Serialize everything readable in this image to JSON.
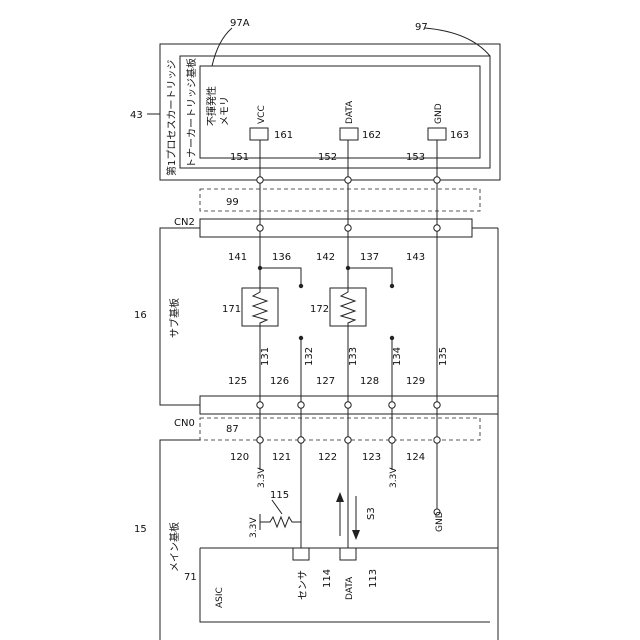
{
  "labels": {
    "n97": "97",
    "n97A": "97A",
    "n43": "43",
    "cartridge": "第1プロセスカートリッジ",
    "toner_board": "トナーカートリッジ基板",
    "memory_line1": "不揮発性",
    "memory_line2": "メモリ",
    "vcc": "VCC",
    "data": "DATA",
    "gnd": "GND",
    "n161": "161",
    "n162": "162",
    "n163": "163",
    "n151": "151",
    "n152": "152",
    "n153": "153",
    "n99": "99",
    "cn2": "CN2",
    "n141": "141",
    "n136": "136",
    "n142": "142",
    "n137": "137",
    "n143": "143",
    "n16": "16",
    "sub_board": "サブ基板",
    "n171": "171",
    "n172": "172",
    "n131": "131",
    "n132": "132",
    "n133": "133",
    "n134": "134",
    "n135": "135",
    "n125": "125",
    "n126": "126",
    "n127": "127",
    "n128": "128",
    "n129": "129",
    "cn0": "CN0",
    "n87": "87",
    "n120": "120",
    "n121": "121",
    "n122": "122",
    "n123": "123",
    "n124": "124",
    "v33a": "3.3V",
    "v33b": "3.3V",
    "v33c": "3.3V",
    "n115": "115",
    "s3": "S3",
    "gnd_term": "GND",
    "n15": "15",
    "main_board": "メイン基板",
    "n71": "71",
    "asic": "ASIC",
    "sensor": "センサ",
    "data_pin": "DATA",
    "n114": "114",
    "n113": "113"
  }
}
